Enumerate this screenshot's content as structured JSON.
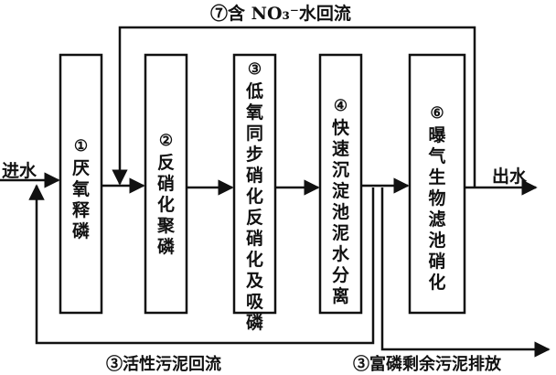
{
  "labels": {
    "nitrate_recycle": "⑦含 NO₃⁻水回流",
    "inlet": "进水",
    "outlet": "出水",
    "sludge_return": "③活性污泥回流",
    "excess_sludge": "③富磷剩余污泥排放"
  },
  "units": [
    {
      "num": "①",
      "text": "厌氧释磷"
    },
    {
      "num": "②",
      "text": "反硝化聚磷"
    },
    {
      "num": "③",
      "text": "低氧同步硝化反硝化及吸磷"
    },
    {
      "num": "④",
      "text": "快速沉淀池泥水分离"
    },
    {
      "num": "⑥",
      "text": "曝气生物滤池硝化"
    }
  ],
  "colors": {
    "ink": "#111111",
    "box_fill": "#ffffff"
  }
}
